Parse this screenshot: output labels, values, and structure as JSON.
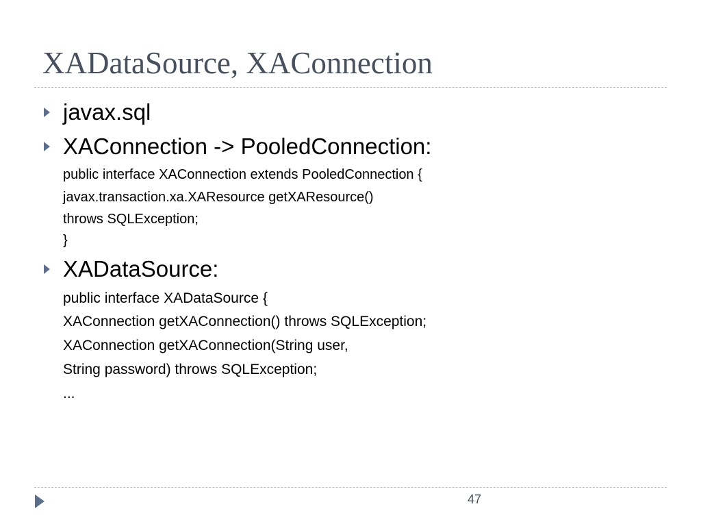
{
  "slide": {
    "title": "XADataSource, XAConnection",
    "page_number": "47",
    "bullets": [
      {
        "text": "javax.sql"
      },
      {
        "text": "XAConnection -> PooledConnection:"
      },
      {
        "text": "XADataSource:"
      }
    ],
    "xaconnection_code": [
      "public interface XAConnection extends PooledConnection {",
      "javax.transaction.xa.XAResource getXAResource()",
      "throws SQLException;",
      "}"
    ],
    "xadatasource_code": [
      "public interface XADataSource {",
      "XAConnection getXAConnection() throws SQLException;",
      "XAConnection getXAConnection(String user,",
      "String password) throws SQLException;",
      "..."
    ],
    "icons": {
      "bullet": "triangle-right-icon",
      "footer": "triangle-right-icon"
    },
    "colors": {
      "title": "#46505e",
      "bullet": "#5b6f8c",
      "rule": "#a9b7c6"
    }
  }
}
